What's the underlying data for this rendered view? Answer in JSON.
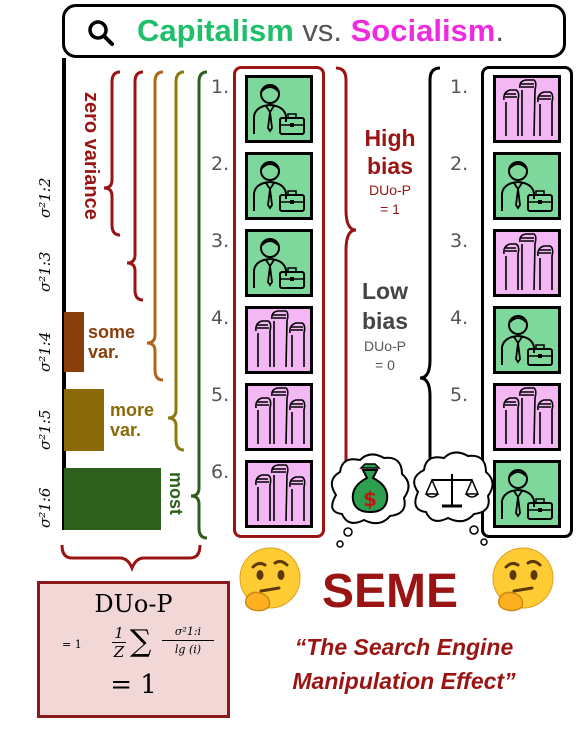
{
  "search": {
    "term_a": "Capitalism",
    "vs": " vs. ",
    "term_b": "Socialism",
    "period": ".",
    "icon": "search-icon"
  },
  "ranks": [
    "1.",
    "2.",
    "3.",
    "4.",
    "5.",
    "6."
  ],
  "left_list": [
    "capitalism",
    "capitalism",
    "capitalism",
    "socialism",
    "socialism",
    "socialism"
  ],
  "right_list": [
    "socialism",
    "capitalism",
    "socialism",
    "capitalism",
    "socialism",
    "capitalism"
  ],
  "variance": {
    "zero_label": "zero variance",
    "some_label_1": "some",
    "some_label_2": "var.",
    "more_label_1": "more",
    "more_label_2": "var.",
    "most_label": "most",
    "sigma_labels": [
      "σ²1:2",
      "σ²1:3",
      "σ²1:4",
      "σ²1:5",
      "σ²1:6"
    ],
    "bar_levels": [
      0,
      0,
      0.2,
      0.4,
      1.0
    ]
  },
  "high_bias": {
    "line1": "High",
    "line2": "bias",
    "metric": "DUo-P",
    "value": "= 1"
  },
  "low_bias": {
    "line1": "Low",
    "line2": "bias",
    "metric": "DUo-P",
    "value": "= 0"
  },
  "formula": {
    "title": "DUo-P",
    "equals_small": "= 1",
    "frac_num": "1",
    "frac_den": "Z",
    "sum": "∑",
    "inner_num": "σ²1:i",
    "inner_den": "lg (i)",
    "result": "= 1"
  },
  "thought_left_icon": "money-bag-icon",
  "thought_right_icon": "balance-scale-icon",
  "seme": {
    "title": "SEME",
    "subtitle_1": "“The Search Engine",
    "subtitle_2": "Manipulation Effect”"
  },
  "colors": {
    "capitalism": "#1fbf6b",
    "socialism": "#ee2be0",
    "dark_red": "#9a1414",
    "card_green": "#7ed89c",
    "card_pink": "#f3b8f3",
    "brace_red": "#9a1414",
    "brace_orange": "#b0651a",
    "brace_olive": "#8f7a10",
    "brace_green": "#2e5f1d"
  }
}
